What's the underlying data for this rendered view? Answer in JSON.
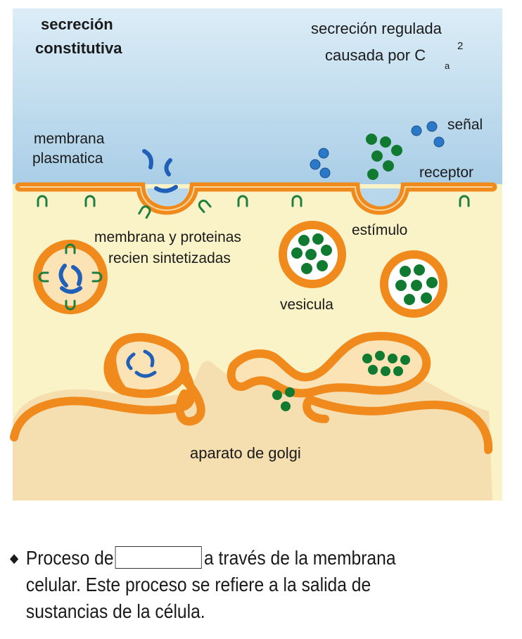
{
  "labels": {
    "constitutive_line1": "secreción",
    "constitutive_line2": "constitutiva",
    "regulated_line1": "secreción regulada",
    "regulated_line2": "causada por C",
    "regulated_sub": "a",
    "regulated_sup": "2",
    "plasma_membrane_line1": "membrana",
    "plasma_membrane_line2": "plasmatica",
    "signal": "señal",
    "receptor": "receptor",
    "new_proteins_line1": "membrana y proteinas",
    "new_proteins_line2": "recien sintetizadas",
    "stimulus": "estímulo",
    "vesicle": "vesicula",
    "golgi": "aparato de golgi"
  },
  "caption": {
    "bullet": "◆",
    "part1": "Proceso de",
    "part2": "a través de la membrana",
    "line2": "celular. Este proceso se refiere a la salida de",
    "line3": "sustancias de la célula."
  },
  "colors": {
    "extracellular_top": "#d8ebf6",
    "extracellular_bottom": "#a9cde6",
    "cytoplasm": "#fbf3c8",
    "golgi_lumen": "#f5deb0",
    "membrane": "#f08a1c",
    "membrane_inner": "#fbe3b5",
    "granule": "#0f7a30",
    "signal_molecule": "#2a78c8",
    "receptor": "#1f7f3f",
    "protein": "#2060b8"
  }
}
